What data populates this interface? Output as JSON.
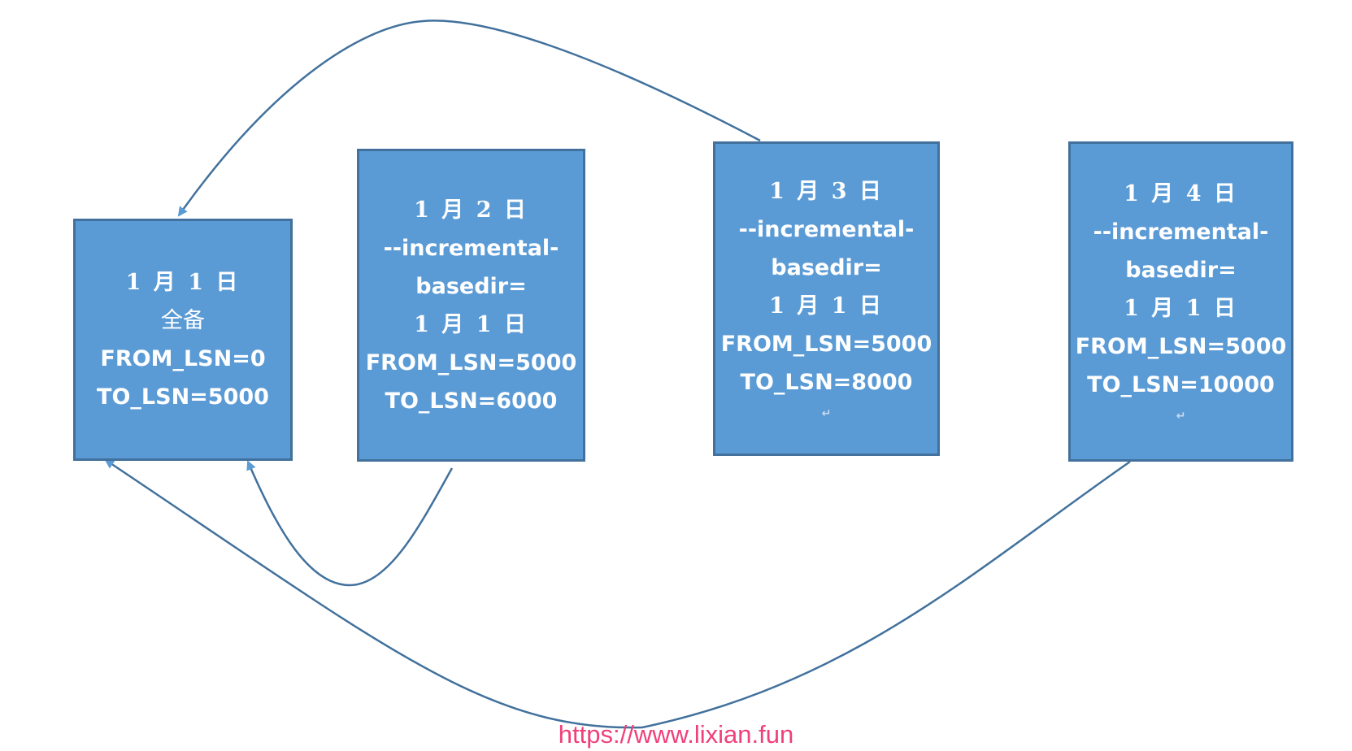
{
  "boxes": {
    "jan1": {
      "date": "1 月 1 日",
      "type": "全备",
      "from_lsn": "FROM_LSN=0",
      "to_lsn": "TO_LSN=5000"
    },
    "jan2": {
      "date": "1 月 2 日",
      "option": "--incremental-",
      "option_cont": "basedir=",
      "base": "1 月 1 日",
      "from_lsn": "FROM_LSN=5000",
      "to_lsn": "TO_LSN=6000"
    },
    "jan3": {
      "date": "1 月 3 日",
      "option": "--incremental-",
      "option_cont": "basedir=",
      "base": "1 月 1 日",
      "from_lsn": "FROM_LSN=5000",
      "to_lsn": "TO_LSN=8000"
    },
    "jan4": {
      "date": "1 月 4 日",
      "option": "--incremental-",
      "option_cont": "basedir=",
      "base": "1 月 1 日",
      "from_lsn": "FROM_LSN=5000",
      "to_lsn": "TO_LSN=10000"
    }
  },
  "watermark": "https://www.lixian.fun",
  "colors": {
    "box_fill": "#5b9bd5",
    "box_border": "#41719c",
    "arrow": "#41719c",
    "text": "#ffffff",
    "watermark": "#f0407a"
  }
}
